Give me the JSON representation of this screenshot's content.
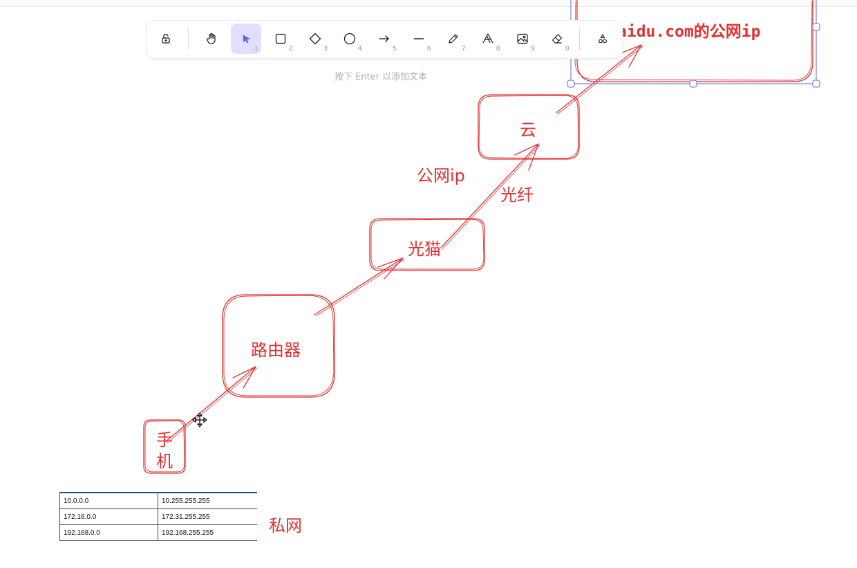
{
  "toolbar": {
    "tools": [
      {
        "name": "lock",
        "key": ""
      },
      {
        "name": "hand",
        "key": ""
      },
      {
        "name": "selection",
        "key": "1"
      },
      {
        "name": "rectangle",
        "key": "2"
      },
      {
        "name": "diamond",
        "key": "3"
      },
      {
        "name": "ellipse",
        "key": "4"
      },
      {
        "name": "arrow",
        "key": "5"
      },
      {
        "name": "line",
        "key": "6"
      },
      {
        "name": "draw",
        "key": "7"
      },
      {
        "name": "text",
        "key": "8"
      },
      {
        "name": "image",
        "key": "9"
      },
      {
        "name": "eraser",
        "key": "0"
      },
      {
        "name": "extra-tools",
        "key": ""
      }
    ],
    "active_tool": "selection",
    "accent_color": "#6965db",
    "active_bg": "#e0dfff"
  },
  "hint": "按下 Enter 以添加文本",
  "drawing": {
    "stroke_color": "#e03131",
    "selection_color": "#6965db",
    "labels": {
      "baidu": "aidu.com的公网ip",
      "cloud": "云",
      "public_ip": "公网ip",
      "fiber": "光纤",
      "modem": "光猫",
      "router": "路由器",
      "phone_line1": "手",
      "phone_line2": "机",
      "private_net": "私网"
    }
  },
  "ip_table": {
    "rows": [
      [
        "10.0.0.0",
        "10.255.255.255"
      ],
      [
        "172.16.0.0",
        "172.31.255.255"
      ],
      [
        "192.168.0.0",
        "192.168.255.255"
      ]
    ]
  }
}
